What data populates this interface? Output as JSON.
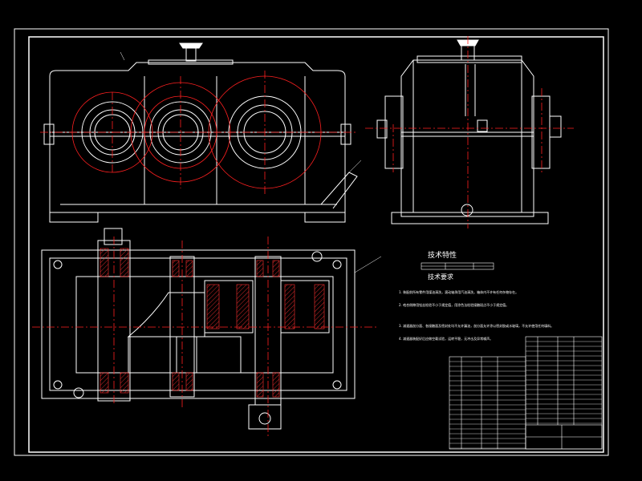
{
  "drawing": {
    "colors": {
      "background": "#000000",
      "outline": "#ffffff",
      "centerline": "#ff2020",
      "hatch": "#ff3030"
    },
    "tech_char_title": "技术特性",
    "tech_req_title": "技术要求",
    "notes": [
      "1. 装配前所有零件用煤油清洗，滚动轴承用汽油清洗，箱体内不许有任何杂物存在。",
      "2. 啮合侧隙用铅丝检验不小于规定值，用涂色法检验接触斑点不小于规定值。",
      "3. 减速器剖分面、各接触面及密封处均不允许漏油，剖分面允许涂以密封胶或水玻璃，不允许使用任何填料。",
      "4. 减速器装配好后应做空载试验，运转平稳，无冲击及异常噪声。"
    ]
  }
}
